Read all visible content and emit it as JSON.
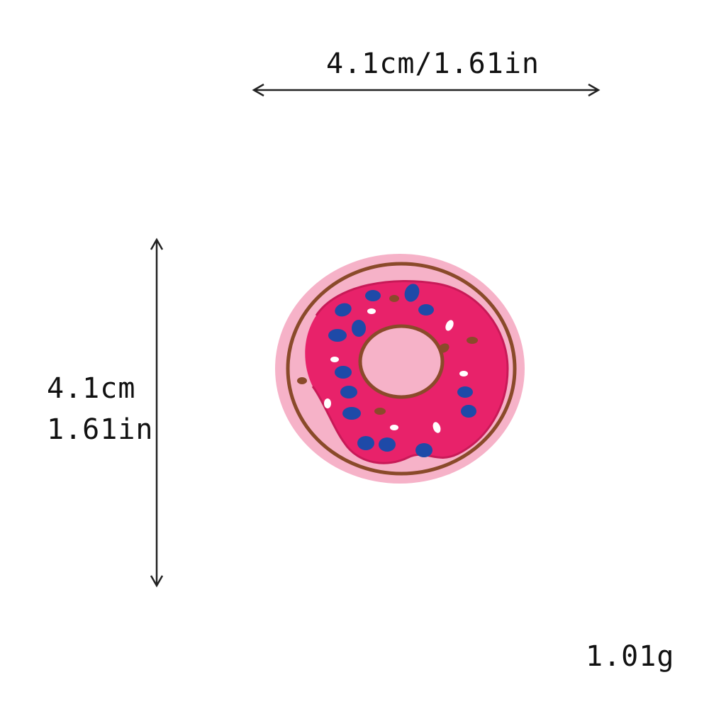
{
  "dimensions": {
    "width_text": "4.1cm/1.61in",
    "height_cm_text": "4.1cm",
    "height_in_text": "1.61in",
    "weight_text": "1.01g"
  },
  "image": {
    "subject_icon": "donut-patch-icon",
    "colors": {
      "felt": "#f6b2c8",
      "frosting": "#e8226a",
      "outline": "#8a4a2a",
      "sprinkle_blue": "#1e4aa8",
      "sprinkle_white": "#ffffff",
      "sprinkle_brown": "#8a4a2a"
    }
  }
}
